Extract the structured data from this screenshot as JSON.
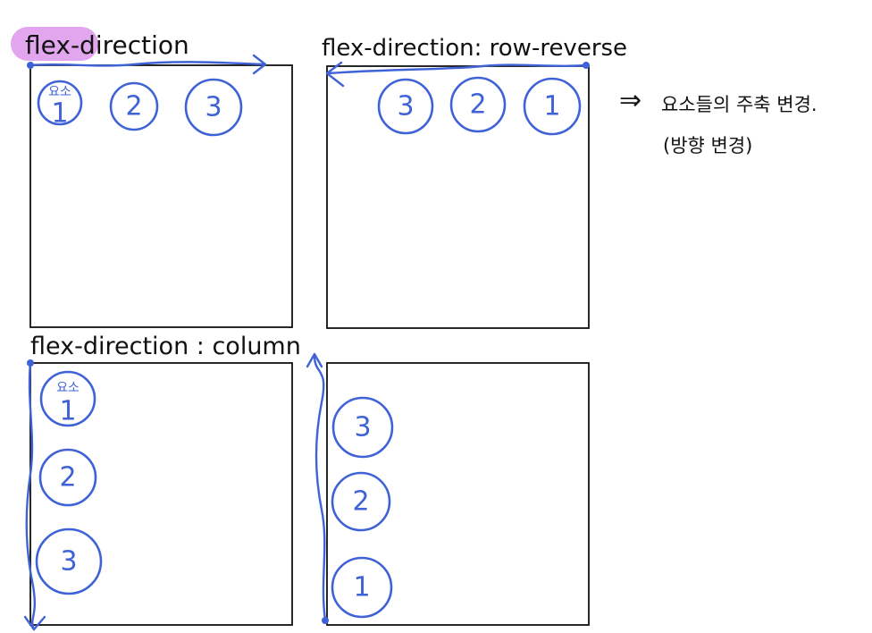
{
  "colors": {
    "ink": "#111111",
    "pen": "#3f63d6",
    "highlight": "#e2a6ef",
    "background": "#ffffff"
  },
  "panels": {
    "row": {
      "title": "flex-direction",
      "items": [
        "1",
        "2",
        "3"
      ],
      "first_item_note": "요소"
    },
    "row_reverse": {
      "title": "flex-direction: row-reverse",
      "items": [
        "3",
        "2",
        "1"
      ]
    },
    "column": {
      "title": "flex-direction : column",
      "items": [
        "1",
        "2",
        "3"
      ],
      "first_item_note": "요소"
    },
    "column_reverse": {
      "title": "",
      "items": [
        "3",
        "2",
        "1"
      ]
    }
  },
  "annotation": {
    "arrow": "⇒",
    "line1": "요소들의 주축 변경.",
    "line2": "(방향 변경)"
  }
}
